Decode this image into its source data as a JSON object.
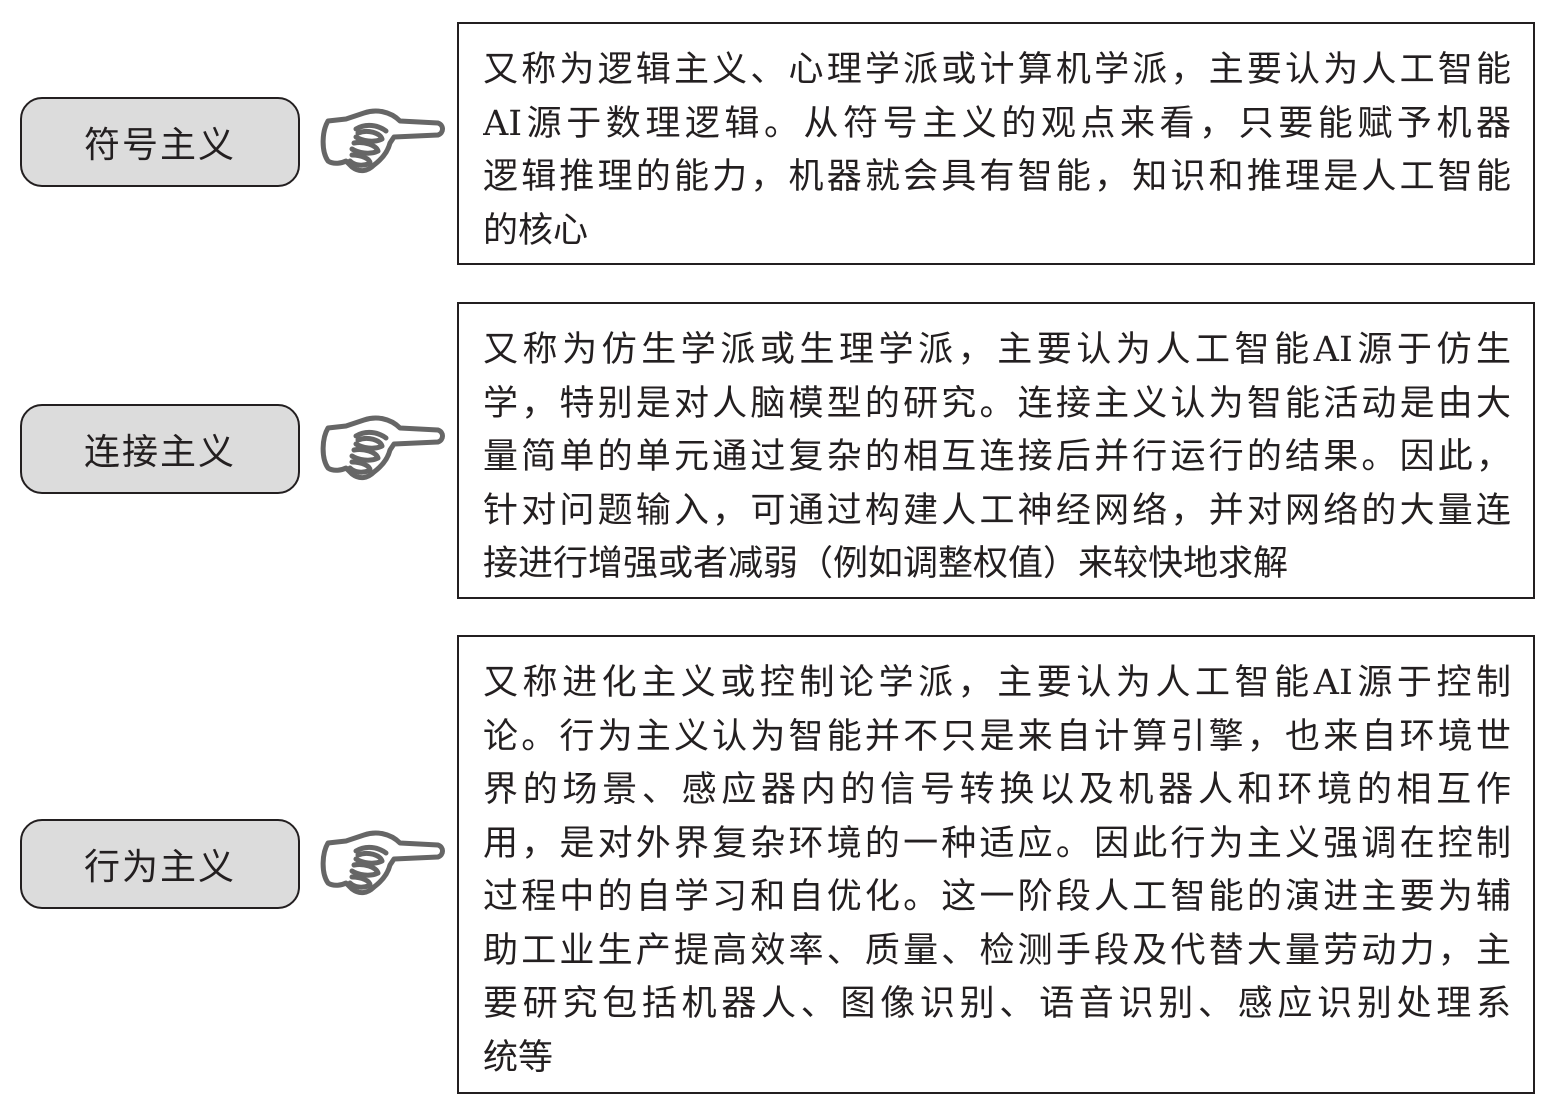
{
  "rows": [
    {
      "label": "符号主义",
      "lines": [
        "又称为逻辑主义、心理学派或计算机学派，主要认为人工智能",
        "AI源于数理逻辑。从符号主义的观点来看，只要能赋予机器",
        "逻辑推理的能力，机器就会具有智能，知识和推理是人工智能",
        "的核心"
      ]
    },
    {
      "label": "连接主义",
      "lines": [
        "又称为仿生学派或生理学派，主要认为人工智能AI源于仿生",
        "学，特别是对人脑模型的研究。连接主义认为智能活动是由大",
        "量简单的单元通过复杂的相互连接后并行运行的结果。因此，",
        "针对问题输入，可通过构建人工神经网络，并对网络的大量连",
        "接进行增强或者减弱（例如调整权值）来较快地求解"
      ]
    },
    {
      "label": "行为主义",
      "lines": [
        "又称进化主义或控制论学派，主要认为人工智能AI源于控制",
        "论。行为主义认为智能并不只是来自计算引擎，也来自环境世",
        "界的场景、感应器内的信号转换以及机器人和环境的相互作",
        "用，是对外界复杂环境的一种适应。因此行为主义强调在控制",
        "过程中的自学习和自优化。这一阶段人工智能的演进主要为辅",
        "助工业生产提高效率、质量、检测手段及代替大量劳动力，主",
        "要研究包括机器人、图像识别、语音识别、感应识别处理系",
        "统等"
      ]
    }
  ]
}
